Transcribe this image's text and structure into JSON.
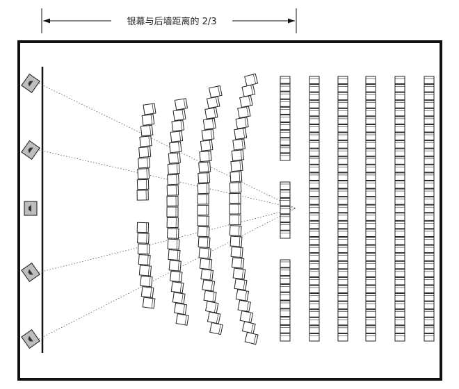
{
  "dimension": {
    "label": "银幕与后墙距离的 2/3"
  },
  "speakers": {
    "count": 5,
    "center_index": 2
  },
  "seating": {
    "curved_rows": 4,
    "straight_columns": 6
  },
  "colors": {
    "line": "#111111",
    "speaker_fill": "#bdbdbd",
    "seat_stroke": "#222222",
    "sightline": "#555555"
  }
}
